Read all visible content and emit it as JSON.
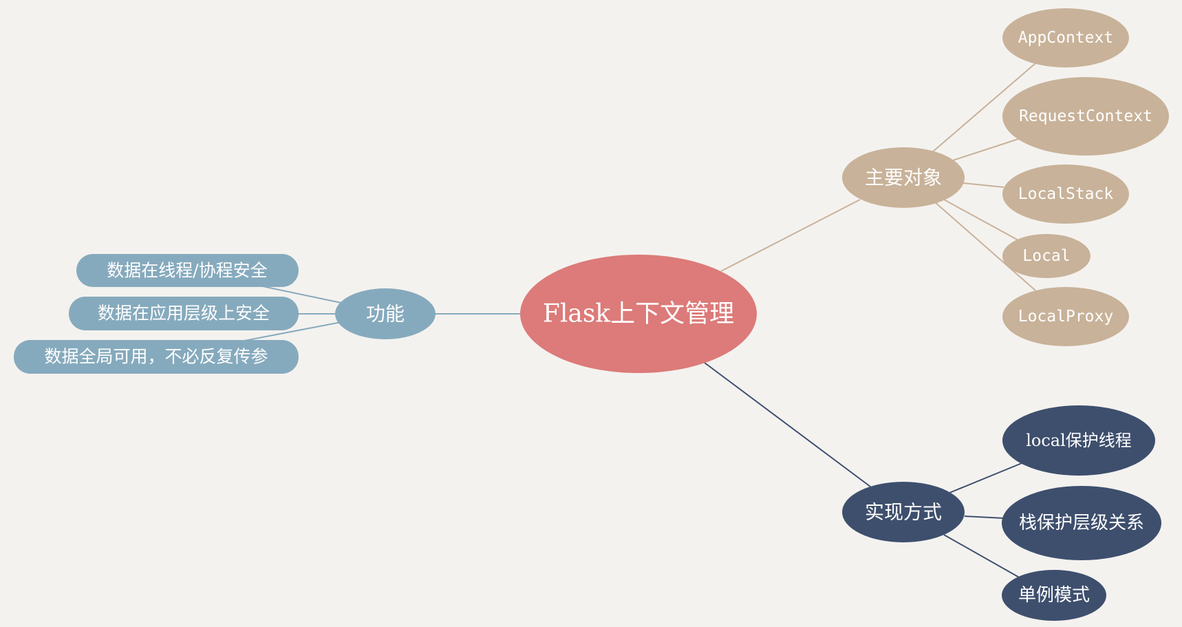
{
  "colors": {
    "background": "#f4f2ef",
    "root": "#dc7b79",
    "objects": "#c8b299",
    "implementation": "#3e4f6d",
    "functions": "#86aabd"
  },
  "mindmap": {
    "root": {
      "label": "Flask上下文管理"
    },
    "objects": {
      "label": "主要对象",
      "children": [
        "AppContext",
        "RequestContext",
        "LocalStack",
        "Local",
        "LocalProxy"
      ]
    },
    "implementation": {
      "label": "实现方式",
      "children": [
        "local保护线程",
        "栈保护层级关系",
        "单例模式"
      ]
    },
    "functions": {
      "label": "功能",
      "children": [
        "数据在线程/协程安全",
        "数据在应用层级上安全",
        "数据全局可用，不必反复传参"
      ]
    }
  }
}
